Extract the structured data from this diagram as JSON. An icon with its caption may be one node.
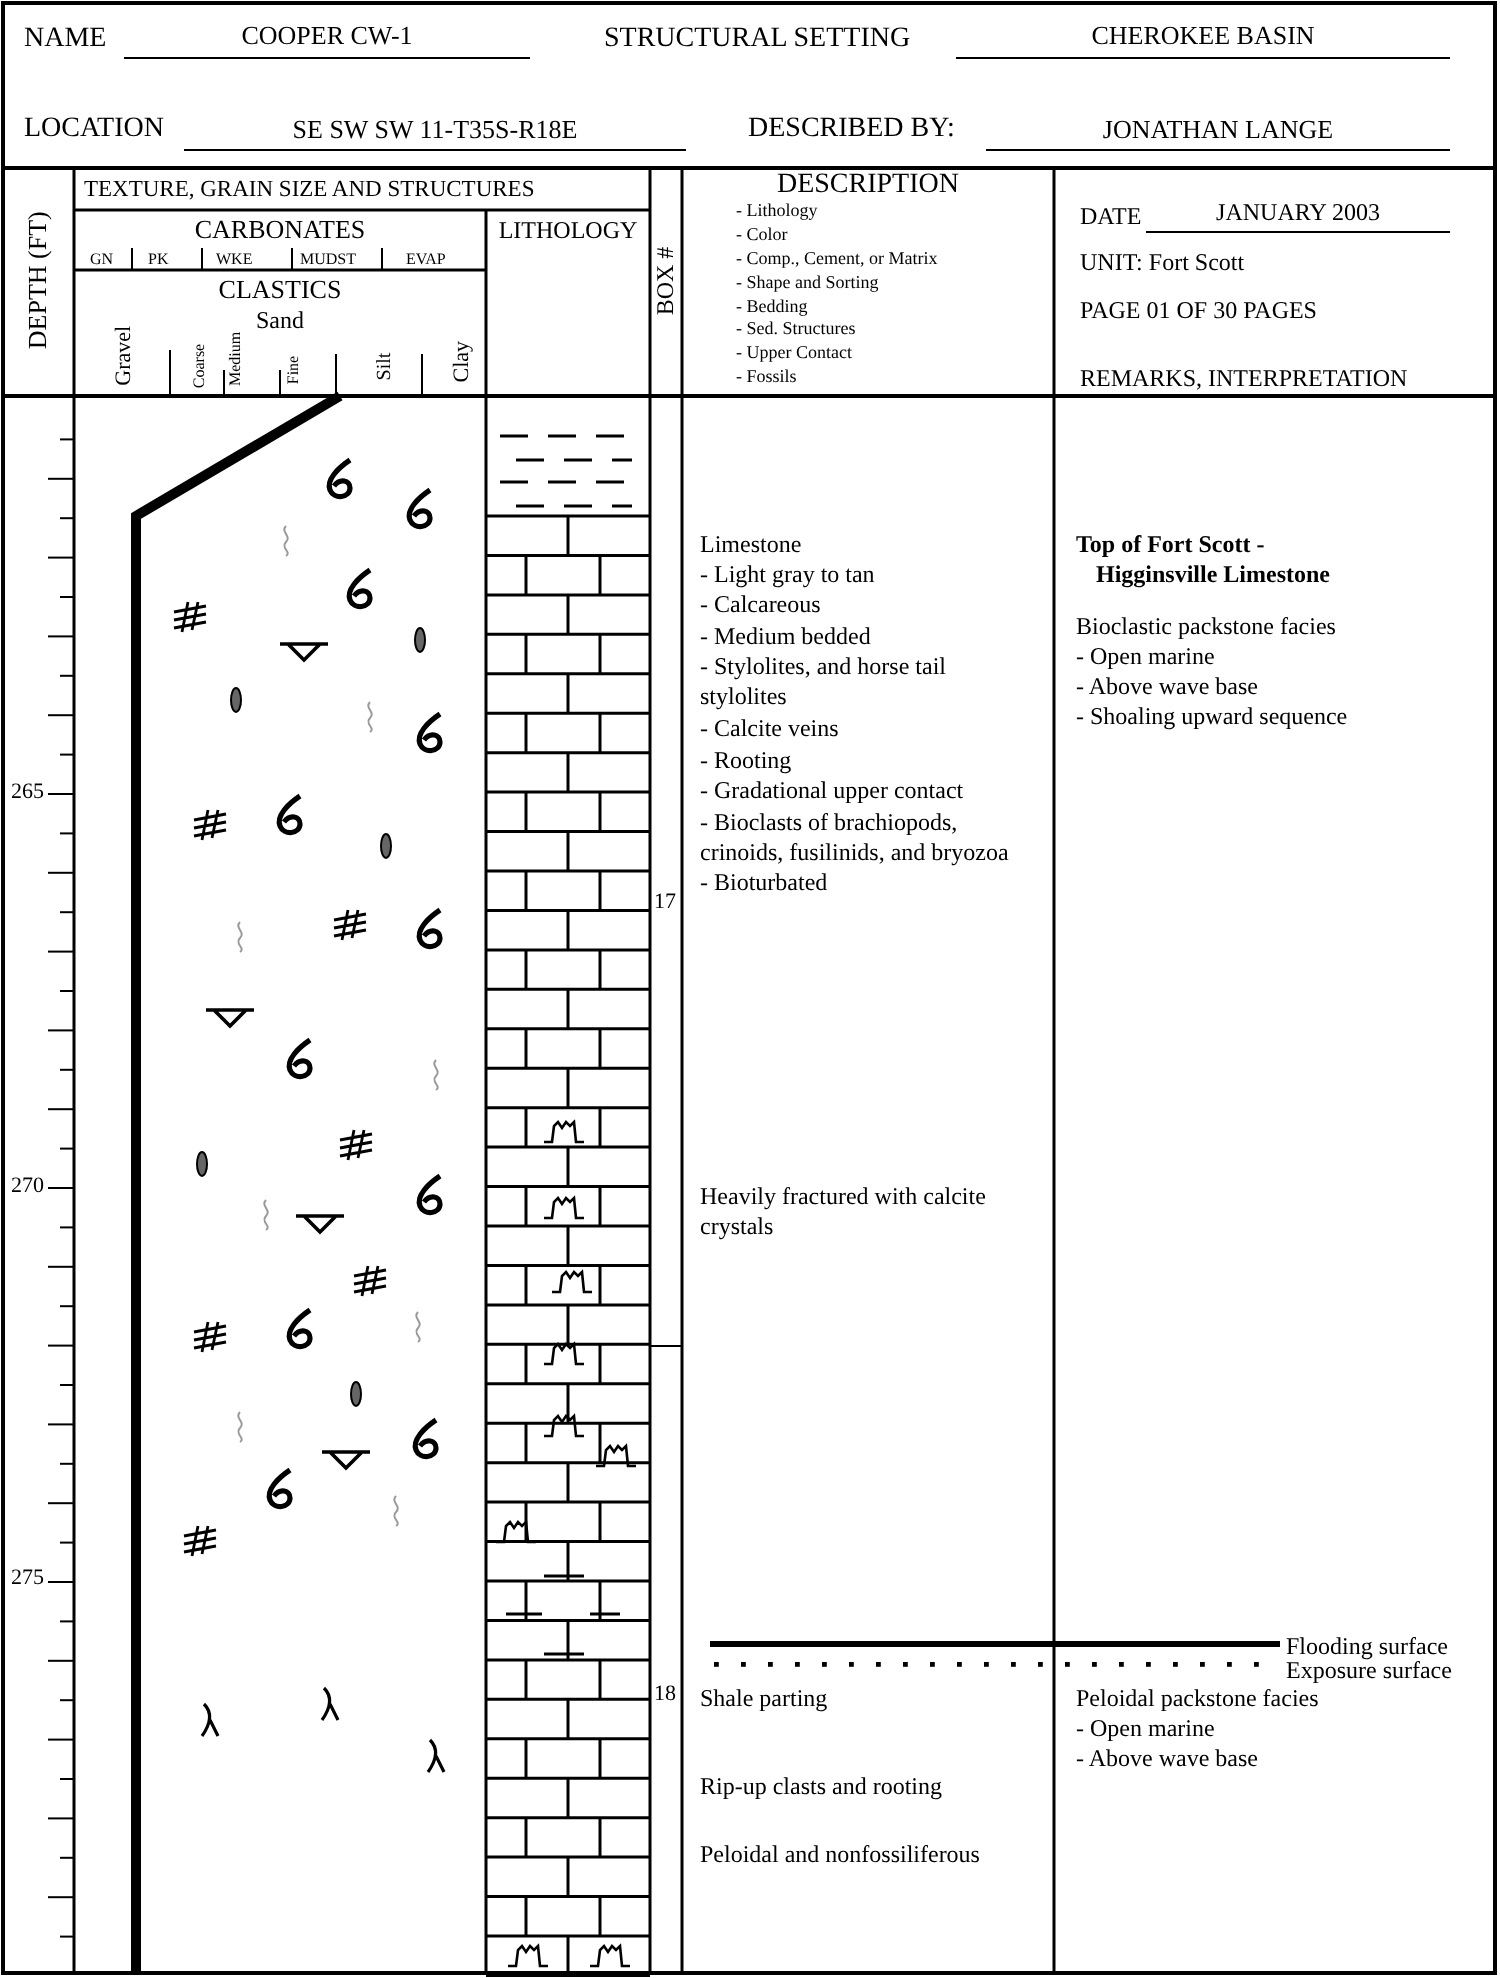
{
  "diagram": {
    "labels": [
      "NAME",
      "COOPER CW-1",
      "STRUCTURAL SETTING",
      "CHEROKEE BASIN",
      "LOCATION",
      "SE SW SW 11-T35S-R18E",
      "DESCRIBED BY:",
      "JONATHAN LANGE",
      "DEPTH (FT)",
      "TEXTURE, GRAIN SIZE AND STRUCTURES",
      "CARBONATES",
      "GN",
      "PK",
      "WKE",
      "MUDST",
      "EVAP",
      "CLASTICS",
      "Sand",
      "Gravel",
      "Coarse",
      "Medium",
      "Fine",
      "Silt",
      "Clay",
      "LITHOLOGY",
      "BOX #",
      "DESCRIPTION",
      "- Lithology",
      "- Color",
      "- Comp., Cement, or Matrix",
      "- Shape and Sorting",
      "- Bedding",
      "- Sed. Structures",
      "- Upper Contact",
      "- Fossils",
      "DATE",
      "JANUARY 2003",
      "UNIT: Fort Scott",
      "PAGE 01 OF 30 PAGES",
      "REMARKS, INTERPRETATION",
      "Limestone",
      "- Light gray to tan",
      "- Calcareous",
      "- Medium bedded",
      "- Stylolites, and horse tail stylolites",
      "- Calcite veins",
      "- Rooting",
      "- Gradational upper contact",
      "- Bioclasts of brachiopods, crinoids, fusilinids, and bryozoa",
      "- Bioturbated",
      "Top of Fort Scott - Higginsville Limestone",
      "Bioclastic packstone facies",
      "- Open marine",
      "- Above wave base",
      "- Shoaling upward sequence",
      "265",
      "17",
      "Heavily fractured with calcite crystals",
      "270",
      "275",
      "Flooding surface",
      "Exposure surface",
      "18",
      "Shale parting",
      "Peloidal packstone facies",
      "- Open marine",
      "- Above wave base",
      "Rip-up clasts and rooting",
      "Peloidal and nonfossiliferous"
    ]
  }
}
